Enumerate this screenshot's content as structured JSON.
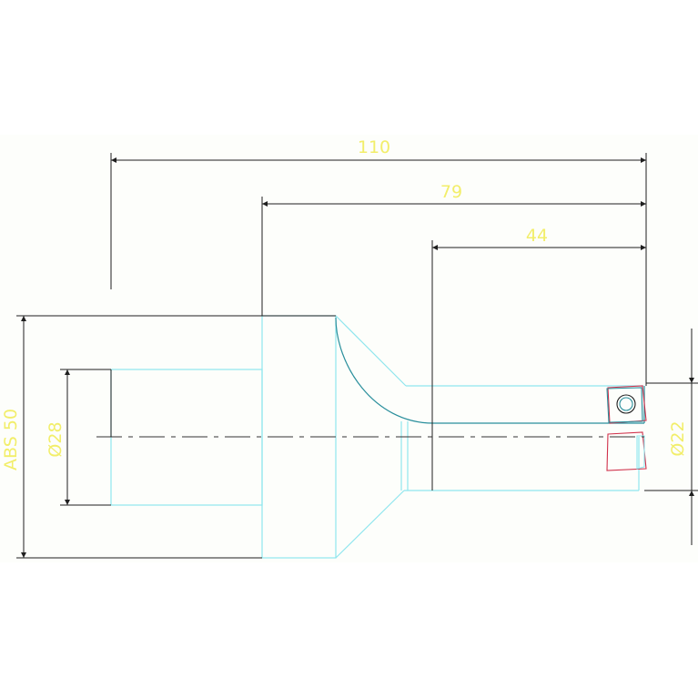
{
  "drawing": {
    "dimensions": {
      "overall_length": "110",
      "step_length": "79",
      "shank_length": "44",
      "body_diameter": "Ø28",
      "abs_size": "ABS 50",
      "tip_diameter": "Ø22"
    }
  },
  "colors": {
    "background": "#fdfefb",
    "dimension_line": "#1f1f1f",
    "dimension_text": "#f2ee6a",
    "part_outline": "#8fe6ee",
    "profile_line": "#2a8f9c",
    "insert_marker": "#d0304a",
    "centerline": "#333333"
  }
}
